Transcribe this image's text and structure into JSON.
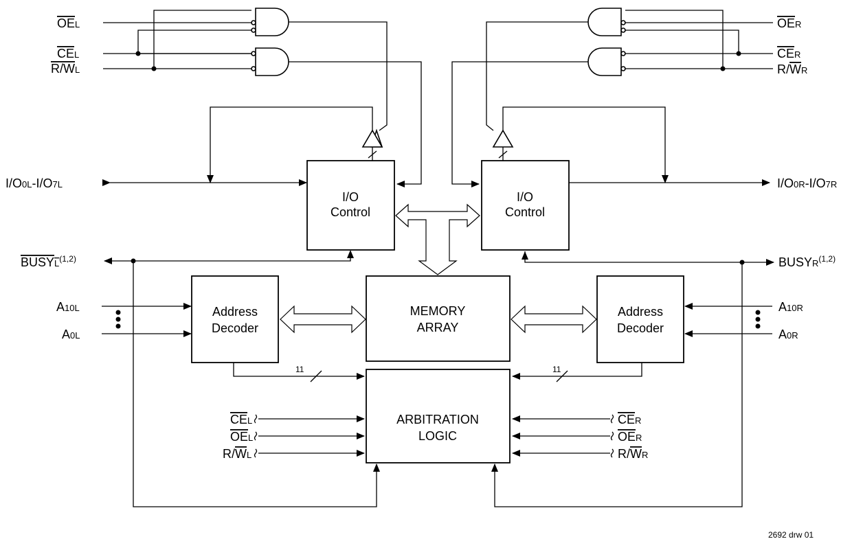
{
  "figure_id": "2692 drw 01",
  "blocks": {
    "io_control": [
      "I/O",
      "Control"
    ],
    "memory_array": [
      "MEMORY",
      "ARRAY"
    ],
    "address_decoder": [
      "Address",
      "Decoder"
    ],
    "arbitration_logic": [
      "ARBITRATION",
      "LOGIC"
    ]
  },
  "bus_width": "11",
  "signals": {
    "left": {
      "oe": [
        "OE",
        "L"
      ],
      "ce": [
        "CE",
        "L"
      ],
      "rw": [
        "R/",
        "W",
        "L"
      ],
      "io": [
        "I/O",
        "0L",
        "-I/O",
        "7L"
      ],
      "busy": [
        "BUSY",
        "L",
        "(1,2)"
      ],
      "a10": [
        "A",
        "10L"
      ],
      "a0": [
        "A",
        "0L"
      ]
    },
    "right": {
      "oe": [
        "OE",
        "R"
      ],
      "ce": [
        "CE",
        "R"
      ],
      "rw": [
        "R/",
        "W",
        "R"
      ],
      "io": [
        "I/O",
        "0R",
        "-I/O",
        "7R"
      ],
      "busy": [
        "BUSY",
        "R",
        "(1,2)"
      ],
      "a10": [
        "A",
        "10R"
      ],
      "a0": [
        "A",
        "0R"
      ]
    }
  }
}
